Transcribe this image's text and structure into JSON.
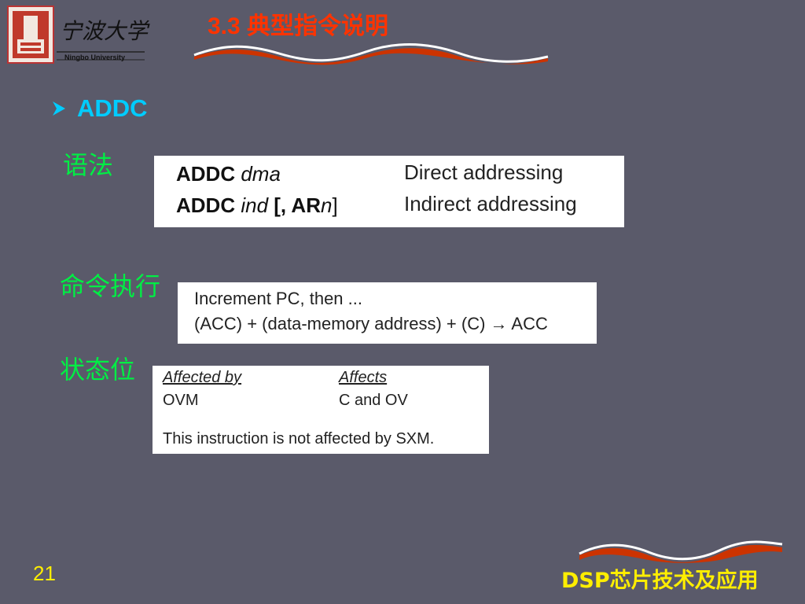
{
  "logo": {
    "name_cn": "宁波大学",
    "name_en": "Ningbo University"
  },
  "title": "3.3  典型指令说明",
  "heading": "ADDC",
  "labels": {
    "syntax": "语法",
    "execution": "命令执行",
    "status": "状态位"
  },
  "syntax": {
    "rows": [
      {
        "op": "ADDC",
        "operand": "dma",
        "desc": "Direct addressing"
      },
      {
        "op": "ADDC",
        "operand": "ind",
        "mid": " [, AR",
        "n": "n",
        "end": "]",
        "desc": "Indirect addressing"
      }
    ]
  },
  "execution": {
    "line1": "Increment PC, then ...",
    "line2": "(ACC) + (data-memory address) + (C) → ACC"
  },
  "status": {
    "affected_by_header": "Affected by",
    "affects_header": "Affects",
    "affected_by_value": "OVM",
    "affects_value": "C and OV",
    "note": "This instruction is not affected by SXM."
  },
  "page_number": "21",
  "footer": "DSP芯片技术及应用",
  "colors": {
    "background": "#5a5a6a",
    "title": "#ff3300",
    "heading": "#00ccff",
    "label": "#00ee44",
    "footer": "#ffee00"
  }
}
